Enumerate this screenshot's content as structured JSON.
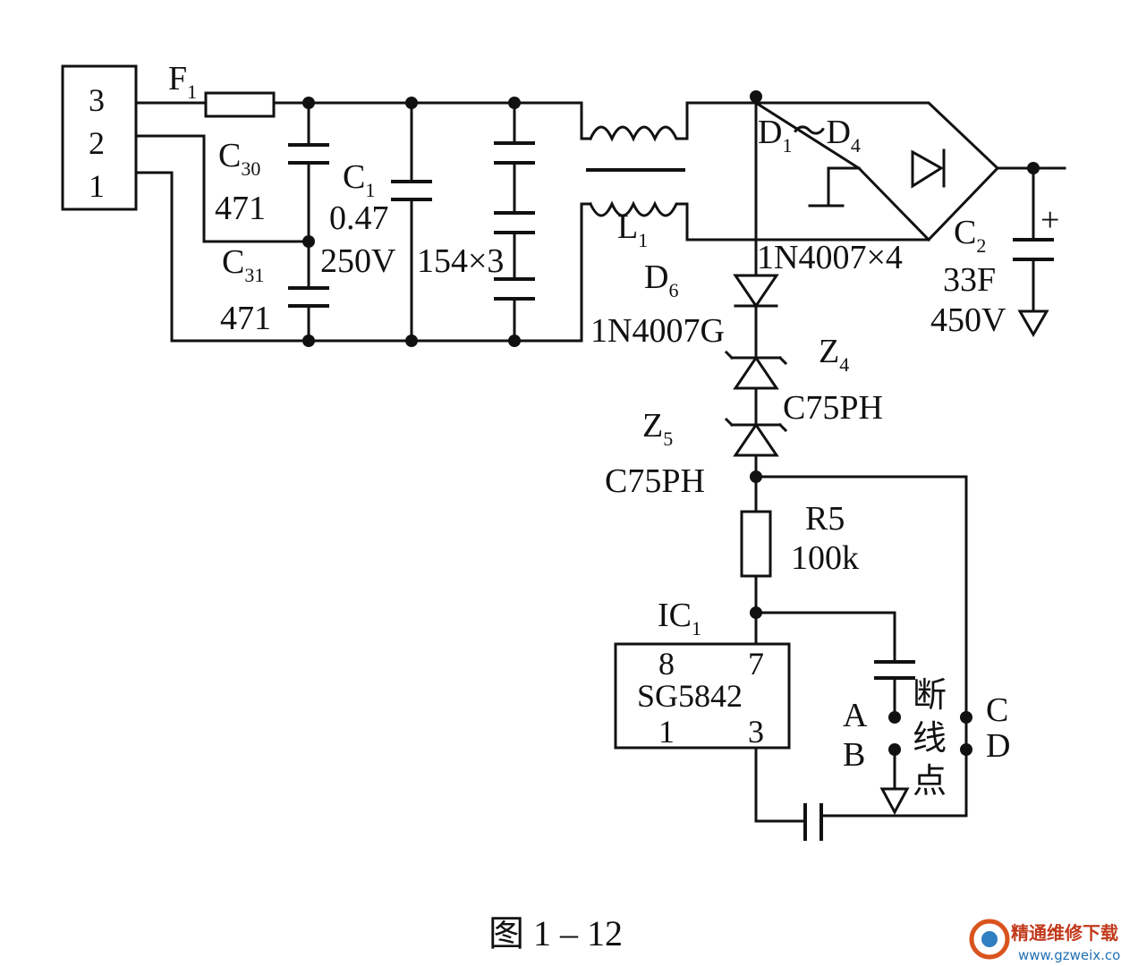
{
  "connector": {
    "pins": [
      "3",
      "2",
      "1"
    ]
  },
  "labels": {
    "fuse": {
      "name": "F",
      "sub": "1"
    },
    "c30": {
      "name": "C",
      "sub": "30",
      "value": "471"
    },
    "c31": {
      "name": "C",
      "sub": "31",
      "value": "471"
    },
    "c1": {
      "name": "C",
      "sub": "1",
      "value": "0.47",
      "voltage": "250V"
    },
    "cap_stack": "154×3",
    "l1": {
      "name": "L",
      "sub": "1"
    },
    "bridge": {
      "name": "D",
      "sub1": "1",
      "sep": "～",
      "name2": "D",
      "sub2": "4",
      "part": "1N4007×4"
    },
    "c2": {
      "name": "C",
      "sub": "2",
      "plus": "+",
      "value": "33F",
      "voltage": "450V"
    },
    "d6": {
      "name": "D",
      "sub": "6",
      "part": "1N4007G"
    },
    "z4": {
      "name": "Z",
      "sub": "4",
      "part": "C75PH"
    },
    "z5": {
      "name": "Z",
      "sub": "5",
      "part": "C75PH"
    },
    "r5": {
      "name": "R5",
      "value": "100k"
    },
    "ic": {
      "name": "IC",
      "sub": "1",
      "part": "SG5842",
      "pin8": "8",
      "pin7": "7",
      "pin1": "1",
      "pin3": "3"
    },
    "breakpoints": {
      "a": "A",
      "b": "B",
      "c": "C",
      "d": "D",
      "note_1": "断",
      "note_2": "线",
      "note_3": "点"
    }
  },
  "caption": "图 1 – 12",
  "watermark": {
    "name": "精通维修下载",
    "url": "www.gzweix.com"
  }
}
